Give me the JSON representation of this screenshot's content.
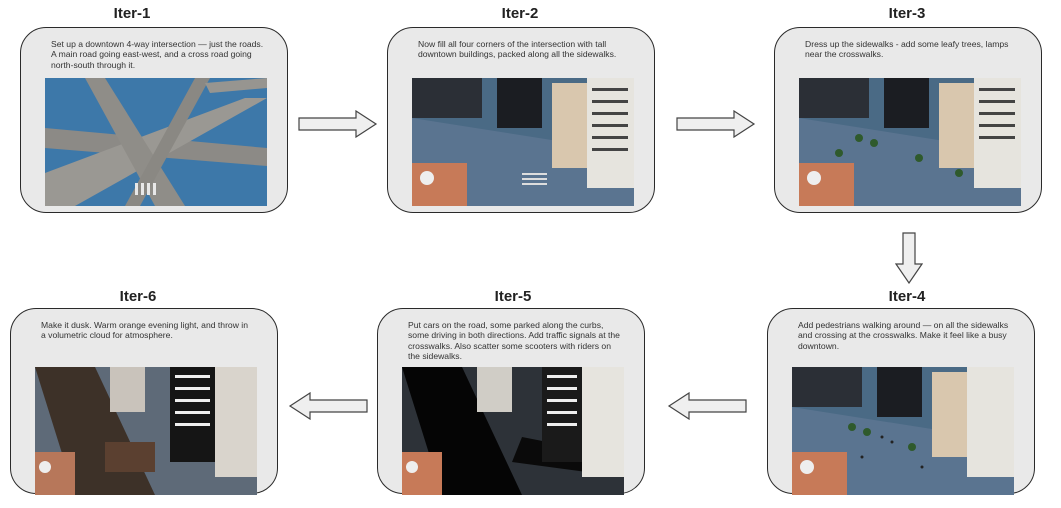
{
  "iterations": [
    {
      "title": "Iter-1",
      "text": "Set up a downtown 4-way intersection — just the roads. A main road going east-west, and a cross road going north-south through it."
    },
    {
      "title": "Iter-2",
      "text": "Now fill all four corners of the intersection with tall downtown buildings, packed along all the sidewalks."
    },
    {
      "title": "Iter-3",
      "text": "Dress up the sidewalks - add some leafy trees, lamps near the crosswalks."
    },
    {
      "title": "Iter-4",
      "text": "Add pedestrians walking around — on all the sidewalks and crossing at the crosswalks. Make it feel like a busy downtown."
    },
    {
      "title": "Iter-5",
      "text": "Put cars on the road, some parked along the curbs, some driving in both directions. Add traffic signals at the crosswalks. Also scatter some scooters with riders on the sidewalks."
    },
    {
      "title": "Iter-6",
      "text": "Make it dusk. Warm orange evening light, and throw in a volumetric cloud for atmosphere."
    }
  ]
}
